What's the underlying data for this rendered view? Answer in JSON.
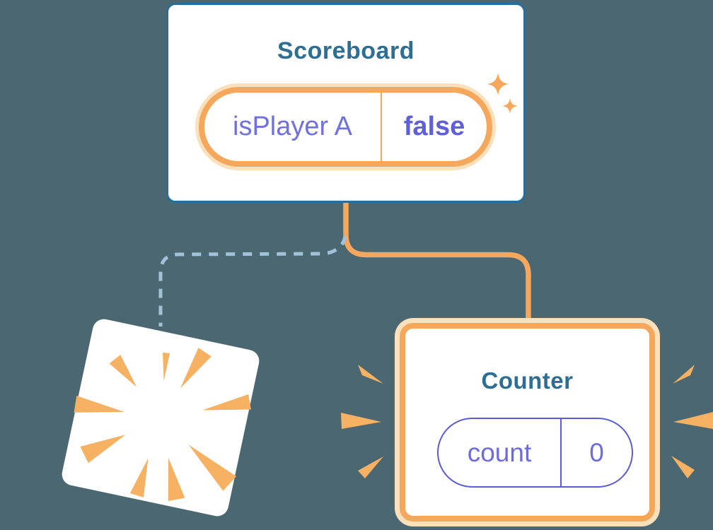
{
  "canvas": {
    "background_color": "#4A6772"
  },
  "colors": {
    "card_background": "#FFFFFF",
    "component_border_blue": "#2A6D9C",
    "title_text_blue": "#2E6E93",
    "state_name_purple": "#7070E0",
    "state_value_purple": "#5F5FDA",
    "highlight_orange": "#F5A85C",
    "highlight_orange_halo": "#FAE0BB",
    "burst_orange": "#F6B163",
    "dashed_connector_blue": "#A3C1D9"
  },
  "scoreboard_card": {
    "title": "Scoreboard",
    "state_pill": {
      "name": "isPlayer A",
      "value": "false"
    }
  },
  "counter_card": {
    "title": "Counter",
    "state_pill": {
      "name": "count",
      "value": "0"
    }
  },
  "icons": {
    "sparkles": "sparkles-icon",
    "destroyed_starburst": "starburst-icon",
    "counter_emphasis": "emphasis-marks-icon",
    "solid_connector": "solid-connector-line",
    "dashed_connector": "dashed-connector-line"
  }
}
